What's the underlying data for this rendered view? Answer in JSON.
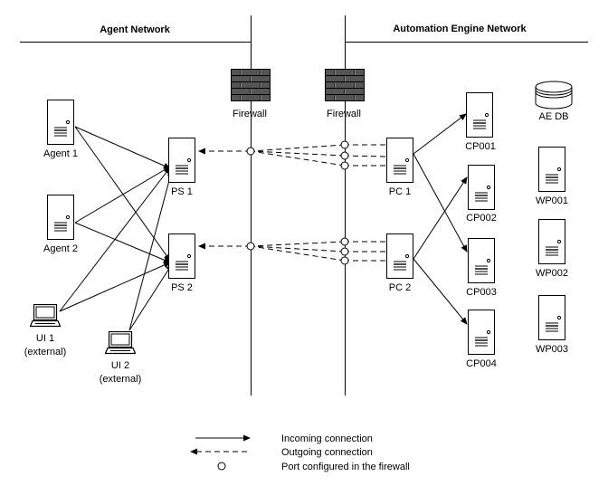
{
  "headers": {
    "agent_network": "Agent Network",
    "ae_network": "Automation Engine Network"
  },
  "firewalls": {
    "left": "Firewall",
    "right": "Firewall"
  },
  "nodes": {
    "agent1": "Agent 1",
    "agent2": "Agent 2",
    "ui1_line1": "UI 1",
    "ui1_line2": "(external)",
    "ui2_line1": "UI 2",
    "ui2_line2": "(external)",
    "ps1": "PS 1",
    "ps2": "PS 2",
    "pc1": "PC 1",
    "pc2": "PC 2",
    "cp001": "CP001",
    "cp002": "CP002",
    "cp003": "CP003",
    "cp004": "CP004",
    "aedb": "AE DB",
    "wp001": "WP001",
    "wp002": "WP002",
    "wp003": "WP003"
  },
  "legend": {
    "incoming": "Incoming connection",
    "outgoing": "Outgoing connection",
    "port": "Port configured in the firewall"
  }
}
